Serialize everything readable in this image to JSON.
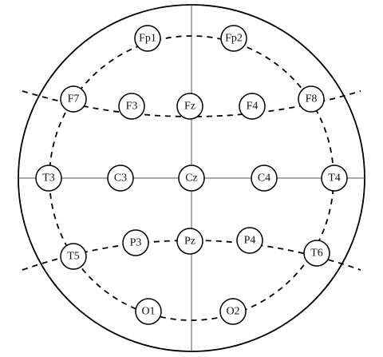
{
  "diagram": {
    "electrodes": [
      {
        "id": "fp1",
        "label": "Fp1"
      },
      {
        "id": "fp2",
        "label": "Fp2"
      },
      {
        "id": "f7",
        "label": "F7"
      },
      {
        "id": "f3",
        "label": "F3"
      },
      {
        "id": "fz",
        "label": "Fz"
      },
      {
        "id": "f4",
        "label": "F4"
      },
      {
        "id": "f8",
        "label": "F8"
      },
      {
        "id": "t3",
        "label": "T3"
      },
      {
        "id": "c3",
        "label": "C3"
      },
      {
        "id": "cz",
        "label": "Cz"
      },
      {
        "id": "c4",
        "label": "C4"
      },
      {
        "id": "t4",
        "label": "T4"
      },
      {
        "id": "t5",
        "label": "T5"
      },
      {
        "id": "p3",
        "label": "P3"
      },
      {
        "id": "pz",
        "label": "Pz"
      },
      {
        "id": "p4",
        "label": "P4"
      },
      {
        "id": "t6",
        "label": "T6"
      },
      {
        "id": "o1",
        "label": "O1"
      },
      {
        "id": "o2",
        "label": "O2"
      }
    ]
  }
}
